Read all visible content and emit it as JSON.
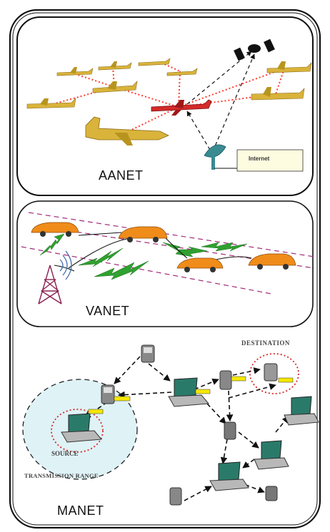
{
  "labels": {
    "aanet": "AANET",
    "vanet": "VANET",
    "manet": "MANET",
    "internet": "Internet",
    "destination": "DESTINATION",
    "source": "SOURCE",
    "transmission_range": "TRANSMISSION RANGE"
  },
  "colors": {
    "aircraft": "#d9b33a",
    "hub_aircraft": "#d42a2a",
    "air_links": "#ff3b2f",
    "car": "#f08c1a",
    "road_lines": "#a02a7a",
    "wireless_bolt": "#2fa12f",
    "tower": "#8a2050",
    "range_fill": "#dff2f6",
    "source_ring": "#d62828"
  }
}
